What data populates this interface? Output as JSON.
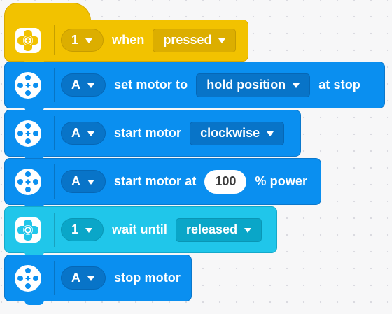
{
  "colors": {
    "event_yellow": "#f2c200",
    "motor_blue": "#0a8ff0",
    "control_cyan": "#20c6ea"
  },
  "blocks": [
    {
      "type": "hat",
      "icon": "hub-button-icon",
      "port": "1",
      "text1": "when",
      "dropdown": "pressed"
    },
    {
      "type": "motor",
      "icon": "motor-icon",
      "port": "A",
      "text1": "set motor to",
      "dropdown": "hold position",
      "text2": "at stop"
    },
    {
      "type": "motor",
      "icon": "motor-icon",
      "port": "A",
      "text1": "start motor",
      "dropdown": "clockwise"
    },
    {
      "type": "motor",
      "icon": "motor-icon",
      "port": "A",
      "text1": "start motor at",
      "value": "100",
      "text2": "% power"
    },
    {
      "type": "wait",
      "icon": "hub-button-icon",
      "port": "1",
      "text1": "wait until",
      "dropdown": "released"
    },
    {
      "type": "motor",
      "icon": "motor-icon",
      "port": "A",
      "text1": "stop motor"
    }
  ]
}
